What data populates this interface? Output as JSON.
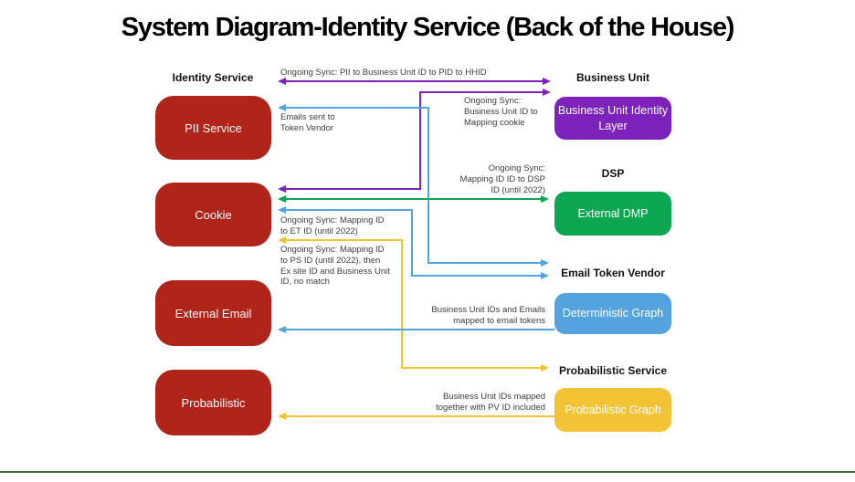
{
  "title": "System Diagram-Identity Service (Back of the House)",
  "headers": {
    "identity_service": "Identity Service",
    "business_unit": "Business Unit",
    "dsp": "DSP",
    "email_token_vendor": "Email Token Vendor",
    "probabilistic_service": "Probabilistic Service"
  },
  "nodes": {
    "pii_service": "PII Service",
    "cookie": "Cookie",
    "external_email": "External Email",
    "probabilistic": "Probabilistic",
    "business_unit_identity_layer": "Business Unit Identity Layer",
    "external_dmp": "External DMP",
    "deterministic_graph": "Deterministic Graph",
    "probabilistic_graph": "Probabilistic Graph"
  },
  "edge_labels": {
    "sync_pii_hhid": "Ongoing Sync: PII to Business Unit ID to PID to HHID",
    "emails_sent": "Emails sent to\nToken Vendor",
    "sync_bu_mapping_cookie": "Ongoing Sync:\nBusiness Unit ID to\nMapping cookie",
    "sync_mapping_dsp": "Ongoing Sync:\nMapping ID ID to DSP\nID (until 2022)",
    "sync_mapping_et": "Ongoing Sync: Mapping ID\nto ET ID (until 2022)",
    "sync_mapping_ps": "Ongoing Sync: Mapping ID\nto PS ID (until 2022), then\nEx site ID and Business Unit\nID, no match",
    "bu_ids_emails": "Business Unit IDs and Emails\nmapped to email tokens",
    "bu_ids_pv": "Business Unit IDs mapped\ntogether with PV ID included"
  },
  "colors": {
    "node_red": "#B12419",
    "purple": "#7E22BC",
    "green": "#0CA750",
    "blue": "#54A3DF",
    "yellow": "#F2C334",
    "footer_rule_green": "#3E6C48"
  }
}
